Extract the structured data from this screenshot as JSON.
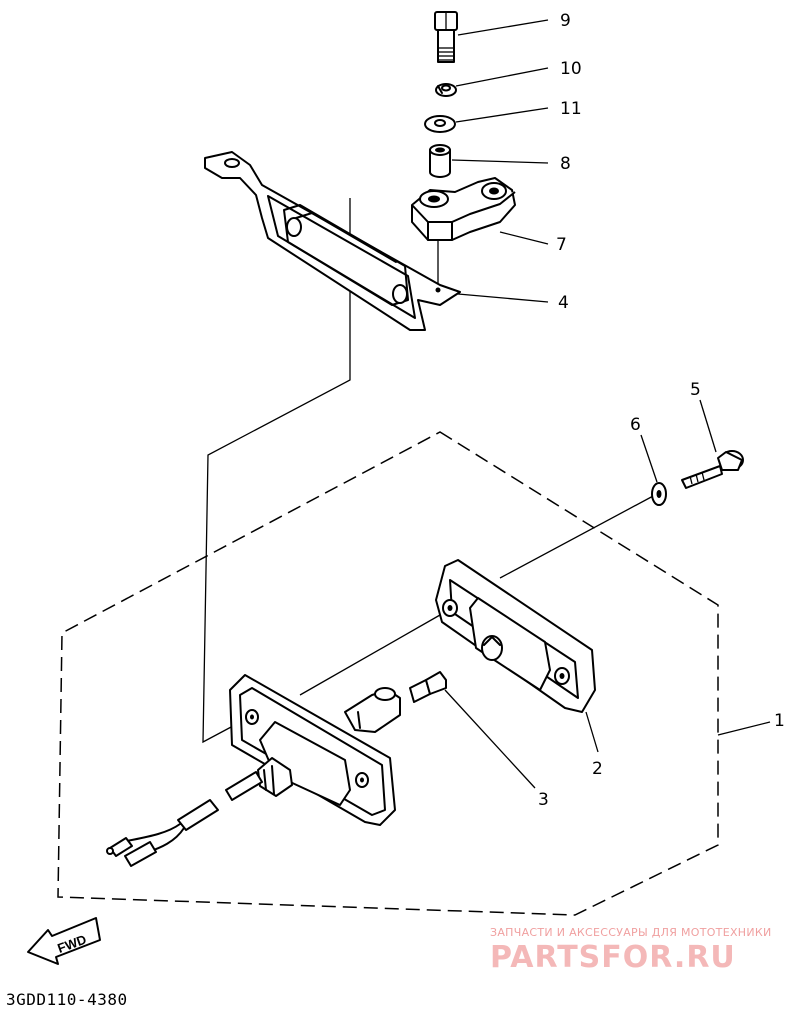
{
  "diagram": {
    "callouts": [
      {
        "id": "9",
        "label": "9"
      },
      {
        "id": "10",
        "label": "10"
      },
      {
        "id": "11",
        "label": "11"
      },
      {
        "id": "8",
        "label": "8"
      },
      {
        "id": "7",
        "label": "7"
      },
      {
        "id": "4",
        "label": "4"
      },
      {
        "id": "5",
        "label": "5"
      },
      {
        "id": "6",
        "label": "6"
      },
      {
        "id": "1",
        "label": "1"
      },
      {
        "id": "2",
        "label": "2"
      },
      {
        "id": "3",
        "label": "3"
      }
    ],
    "fwd_label": "FWD",
    "drawing_code": "3GDD110-4380"
  },
  "watermark": {
    "tagline": "ЗАПЧАСТИ И АКСЕССУАРЫ ДЛЯ МОТОТЕХНИКИ",
    "logo_text": "PARTSFOR.RU"
  },
  "colors": {
    "ink": "#000000",
    "background": "#ffffff",
    "watermark": "#f4b8b8"
  }
}
